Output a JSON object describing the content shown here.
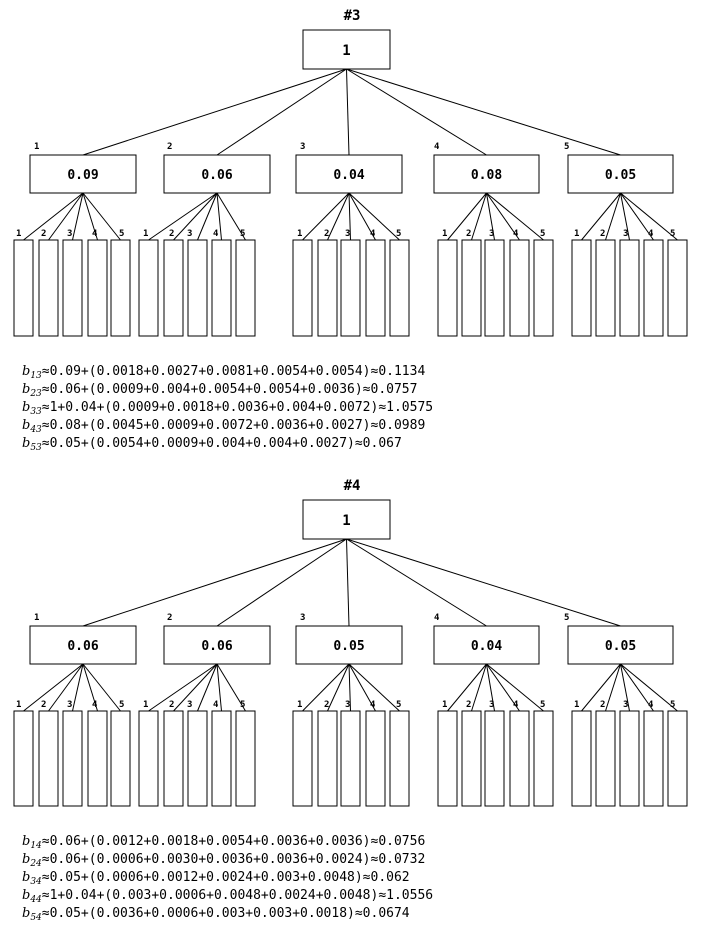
{
  "diagrams": [
    {
      "title": "#3",
      "root_value": "1",
      "children": [
        {
          "index": "1",
          "value": "0.09",
          "leaf_labels": [
            "1",
            "2",
            "3",
            "4",
            "5"
          ]
        },
        {
          "index": "2",
          "value": "0.06",
          "leaf_labels": [
            "1",
            "2",
            "3",
            "4",
            "5"
          ]
        },
        {
          "index": "3",
          "value": "0.04",
          "leaf_labels": [
            "1",
            "2",
            "3",
            "4",
            "5"
          ]
        },
        {
          "index": "4",
          "value": "0.08",
          "leaf_labels": [
            "1",
            "2",
            "3",
            "4",
            "5"
          ]
        },
        {
          "index": "5",
          "value": "0.05",
          "leaf_labels": [
            "1",
            "2",
            "3",
            "4",
            "5"
          ]
        }
      ],
      "equations": [
        {
          "var": "b",
          "sub": "13",
          "expr": "≈0.09+(0.0018+0.0027+0.0081+0.0054+0.0054)≈0.1134"
        },
        {
          "var": "b",
          "sub": "23",
          "expr": "≈0.06+(0.0009+0.004+0.0054+0.0054+0.0036)≈0.0757"
        },
        {
          "var": "b",
          "sub": "33",
          "expr": "≈1+0.04+(0.0009+0.0018+0.0036+0.004+0.0072)≈1.0575"
        },
        {
          "var": "b",
          "sub": "43",
          "expr": "≈0.08+(0.0045+0.0009+0.0072+0.0036+0.0027)≈0.0989"
        },
        {
          "var": "b",
          "sub": "53",
          "expr": "≈0.05+(0.0054+0.0009+0.004+0.004+0.0027)≈0.067"
        }
      ]
    },
    {
      "title": "#4",
      "root_value": "1",
      "children": [
        {
          "index": "1",
          "value": "0.06",
          "leaf_labels": [
            "1",
            "2",
            "3",
            "4",
            "5"
          ]
        },
        {
          "index": "2",
          "value": "0.06",
          "leaf_labels": [
            "1",
            "2",
            "3",
            "4",
            "5"
          ]
        },
        {
          "index": "3",
          "value": "0.05",
          "leaf_labels": [
            "1",
            "2",
            "3",
            "4",
            "5"
          ]
        },
        {
          "index": "4",
          "value": "0.04",
          "leaf_labels": [
            "1",
            "2",
            "3",
            "4",
            "5"
          ]
        },
        {
          "index": "5",
          "value": "0.05",
          "leaf_labels": [
            "1",
            "2",
            "3",
            "4",
            "5"
          ]
        }
      ],
      "equations": [
        {
          "var": "b",
          "sub": "14",
          "expr": "≈0.06+(0.0012+0.0018+0.0054+0.0036+0.0036)≈0.0756"
        },
        {
          "var": "b",
          "sub": "24",
          "expr": "≈0.06+(0.0006+0.0030+0.0036+0.0036+0.0024)≈0.0732"
        },
        {
          "var": "b",
          "sub": "34",
          "expr": "≈0.05+(0.0006+0.0012+0.0024+0.003+0.0048)≈0.062"
        },
        {
          "var": "b",
          "sub": "44",
          "expr": "≈1+0.04+(0.003+0.0006+0.0048+0.0024+0.0048)≈1.0556"
        },
        {
          "var": "b",
          "sub": "54",
          "expr": "≈0.05+(0.0036+0.0006+0.003+0.003+0.0018)≈0.0674"
        }
      ]
    }
  ]
}
